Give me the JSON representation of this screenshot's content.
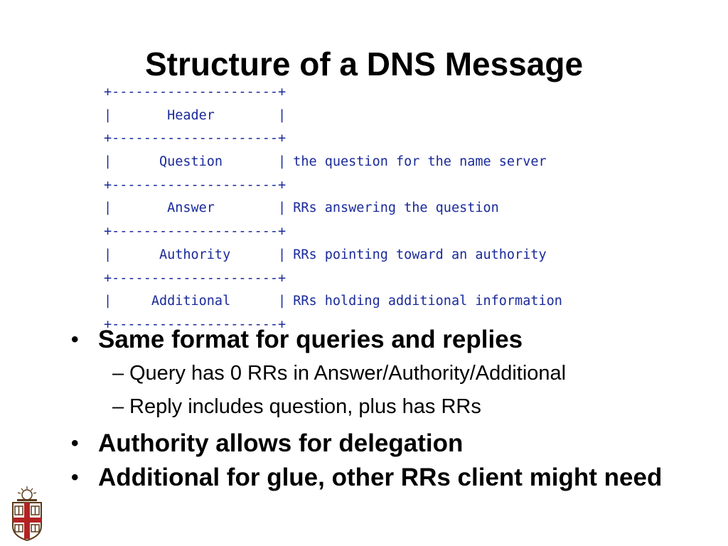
{
  "title": "Structure of a DNS Message",
  "diagram": {
    "border": "+---------------------+",
    "sections": [
      {
        "name": "Header",
        "description": ""
      },
      {
        "name": "Question",
        "description": "the question for the name server"
      },
      {
        "name": "Answer",
        "description": "RRs answering the question"
      },
      {
        "name": "Authority",
        "description": "RRs pointing toward an authority"
      },
      {
        "name": "Additional",
        "description": "RRs holding additional information"
      }
    ]
  },
  "bullets": [
    {
      "text": "Same format for queries and replies",
      "sub": [
        "Query has 0 RRs in Answer/Authority/Additional",
        "Reply includes question, plus has RRs"
      ]
    },
    {
      "text": "Authority allows for delegation",
      "sub": []
    },
    {
      "text": "Additional for glue, other RRs client might need",
      "sub": []
    }
  ],
  "colors": {
    "diagram_text": "#1a2a9a",
    "logo_red": "#b22222",
    "logo_brown": "#5a3a1a"
  },
  "icons": {
    "bullet": "•",
    "sub_bullet": "–",
    "logo": "university-shield-logo"
  }
}
